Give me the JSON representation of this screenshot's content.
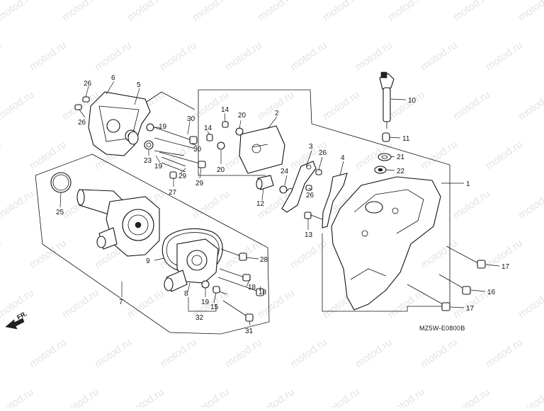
{
  "watermark": "motod.ru",
  "diagram_code": "MZ5W-E0800B",
  "front_label": "FR.",
  "callouts": [
    "1",
    "2",
    "3",
    "4",
    "5",
    "6",
    "7",
    "8",
    "9",
    "10",
    "11",
    "12",
    "13",
    "14",
    "15",
    "16",
    "17",
    "18",
    "19",
    "20",
    "21",
    "22",
    "23",
    "24",
    "25",
    "26",
    "27",
    "28",
    "29",
    "30",
    "31",
    "32"
  ]
}
